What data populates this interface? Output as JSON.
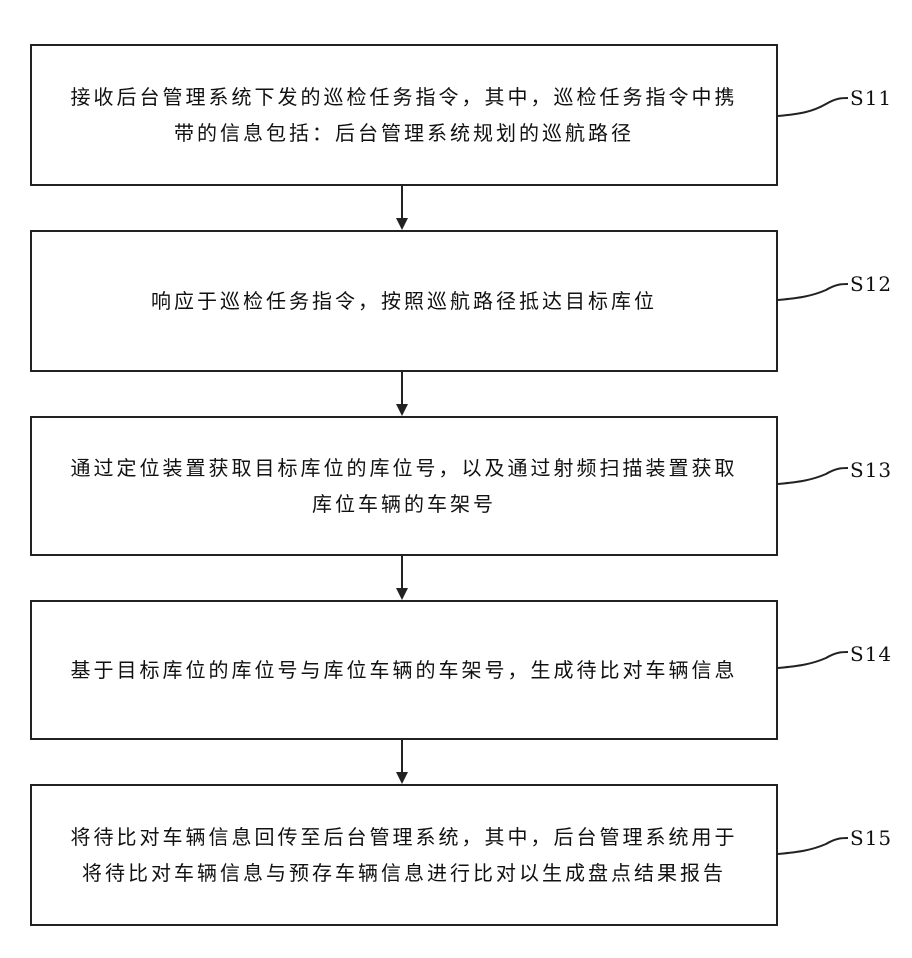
{
  "steps": [
    {
      "id": "S11",
      "lines": [
        "接收后台管理系统下发的巡检任务指令，其中，巡检任务指令中携",
        "带的信息包括：后台管理系统规划的巡航路径"
      ]
    },
    {
      "id": "S12",
      "lines": [
        "响应于巡检任务指令，按照巡航路径抵达目标库位"
      ]
    },
    {
      "id": "S13",
      "lines": [
        "通过定位装置获取目标库位的库位号，以及通过射频扫描装置获取",
        "库位车辆的车架号"
      ]
    },
    {
      "id": "S14",
      "lines": [
        "基于目标库位的库位号与库位车辆的车架号，生成待比对车辆信息"
      ]
    },
    {
      "id": "S15",
      "lines": [
        "将待比对车辆信息回传至后台管理系统，其中，后台管理系统用于",
        "将待比对车辆信息与预存车辆信息进行比对以生成盘点结果报告"
      ]
    }
  ]
}
